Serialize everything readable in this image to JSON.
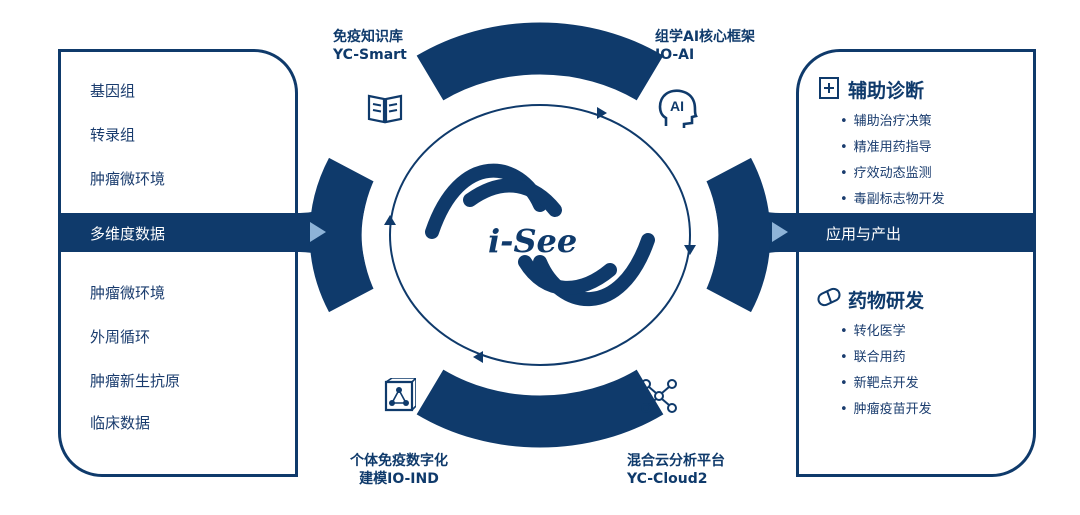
{
  "left_panel": {
    "items_top": [
      "基因组",
      "转录组",
      "肿瘤微环境"
    ],
    "band_label": "多维度数据",
    "items_bottom": [
      "肿瘤微环境",
      "外周循环",
      "肿瘤新生抗原",
      "临床数据"
    ]
  },
  "modules": {
    "top_left": {
      "line1": "免疫知识库",
      "line2": "YC-Smart",
      "icon": "book-icon"
    },
    "top_right": {
      "line1": "组学AI核心框架",
      "line2": "IO-AI",
      "icon": "ai-head-icon"
    },
    "bottom_left": {
      "line1": "个体免疫数字化",
      "line2": "建模IO-IND",
      "icon": "model-box-icon"
    },
    "bottom_right": {
      "line1": "混合云分析平台",
      "line2": "YC-Cloud2",
      "icon": "network-icon"
    }
  },
  "center_logo": {
    "text": "i-See"
  },
  "right_panel": {
    "band_label": "应用与产出",
    "section1": {
      "title": "辅助诊断",
      "icon": "medical-plus-icon",
      "items": [
        "辅助治疗决策",
        "精准用药指导",
        "疗效动态监测",
        "毒副标志物开发"
      ]
    },
    "section2": {
      "title": "药物研发",
      "icon": "pill-icon",
      "items": [
        "转化医学",
        "联合用药",
        "新靶点开发",
        "肿瘤疫苗开发"
      ]
    }
  },
  "colors": {
    "primary": "#0f3a6b",
    "band": "#0f3a6b",
    "arrow": "#8eb3d8",
    "background": "#ffffff"
  }
}
